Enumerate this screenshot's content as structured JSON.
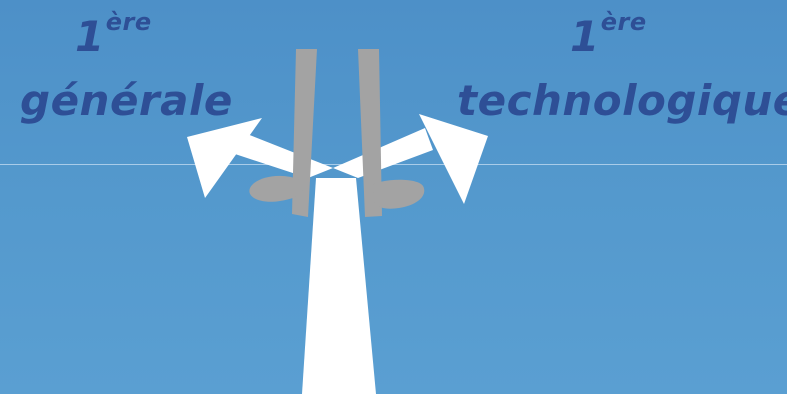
{
  "left": {
    "grade_number": "1",
    "grade_suffix": "ère",
    "track": "générale"
  },
  "right": {
    "grade_number": "1",
    "grade_suffix": "ère",
    "track": "technologique"
  },
  "colors": {
    "sky": "#5499cd",
    "text": "#2e4f96",
    "arrow": "#ffffff",
    "legs": "#a3a3a3",
    "horizon": "#a9cce9"
  },
  "icons": [
    "signpost-arrow-left",
    "signpost-arrow-right",
    "person-legs-standing"
  ]
}
